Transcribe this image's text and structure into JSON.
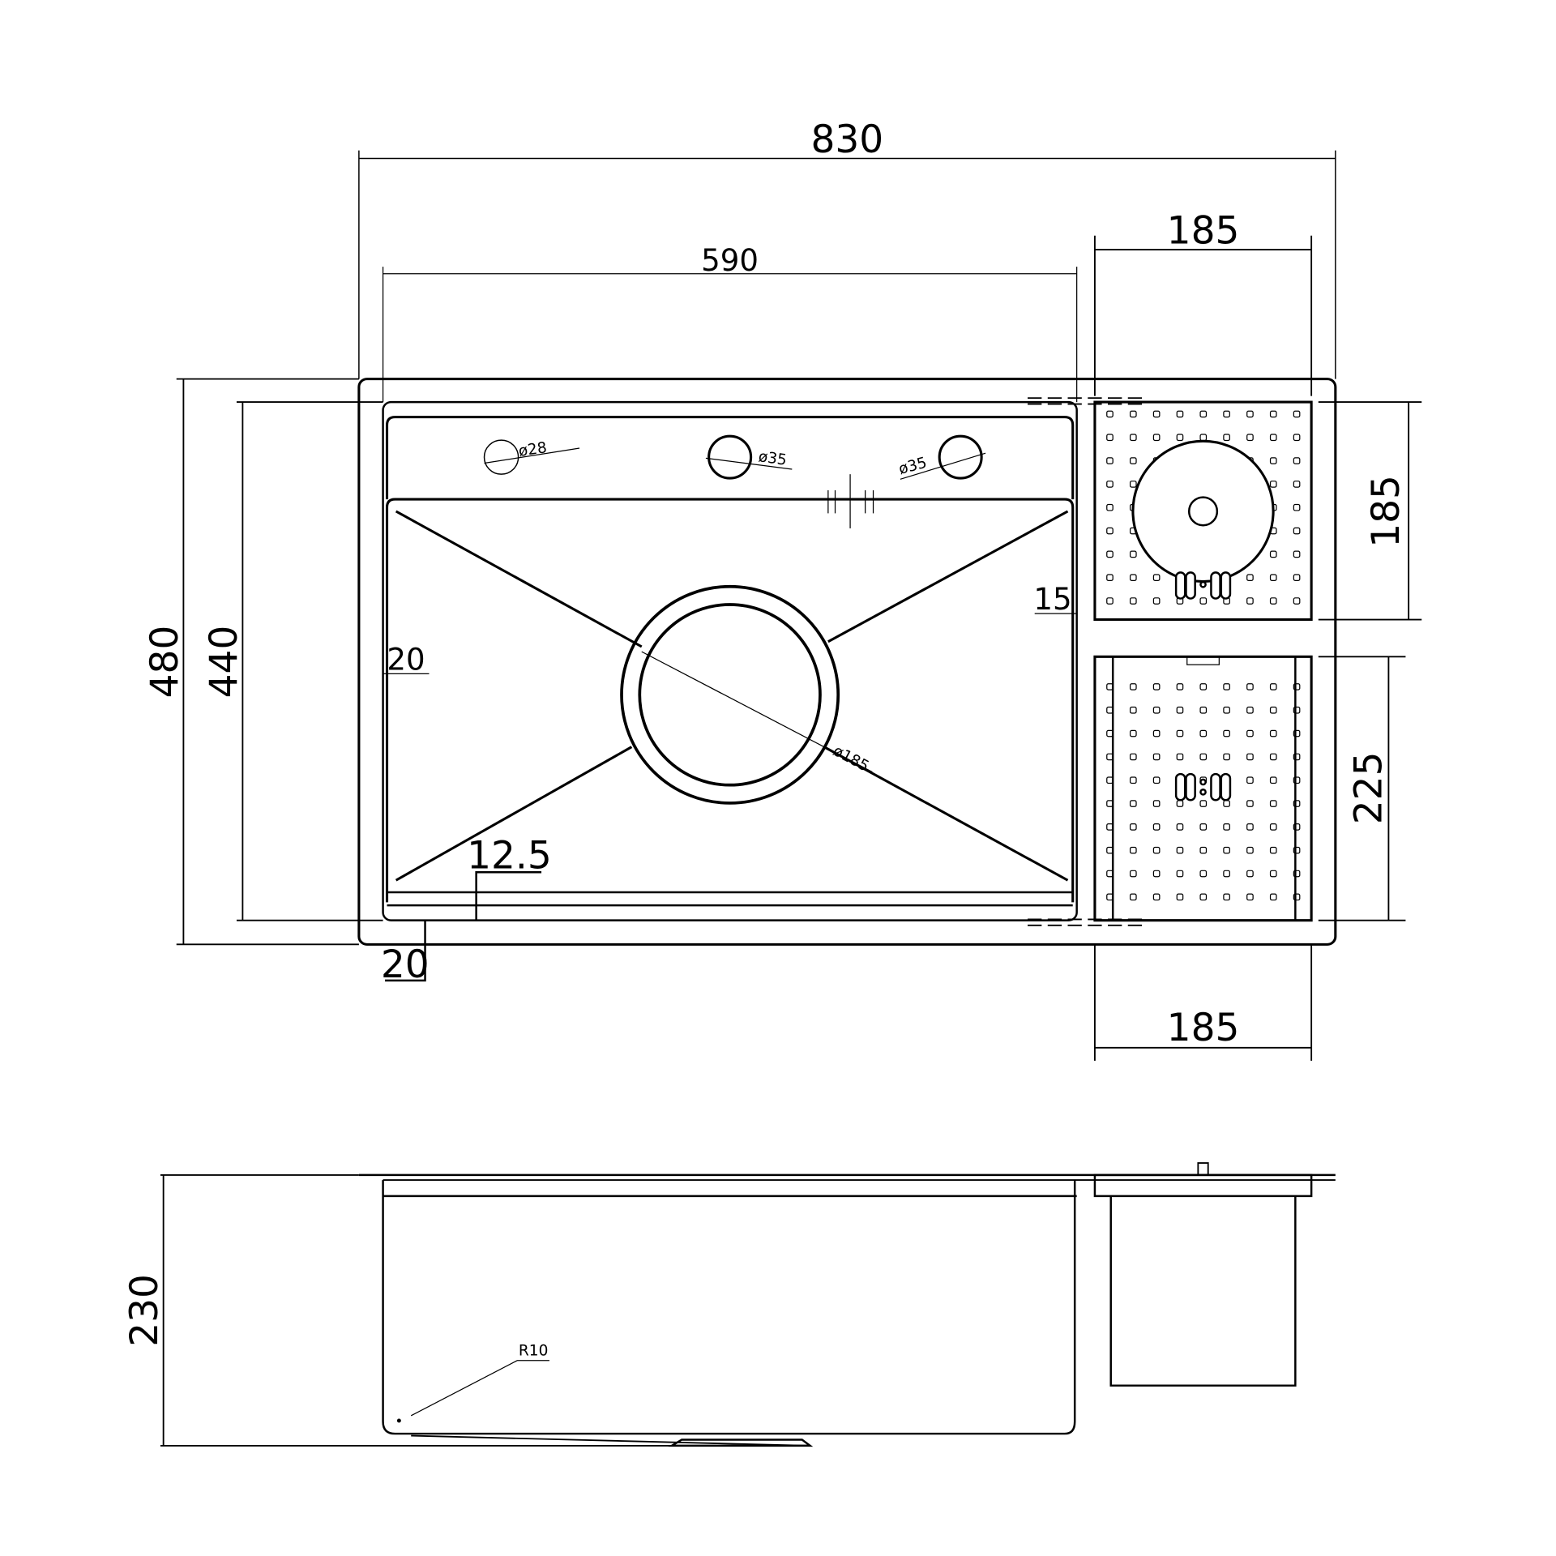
{
  "title": "Sink dimension drawing",
  "colors": {
    "line": "#000000",
    "background": "#ffffff"
  },
  "top_view": {
    "overall_width": "830",
    "bowl_width": "590",
    "board_width_top": "185",
    "board_width_bottom": "185",
    "overall_depth": "480",
    "bowl_depth": "440",
    "board_depth": "185",
    "basket_depth": "225",
    "left_margin": "20",
    "divider_gap": "15",
    "front_ledge": "12.5",
    "front_margin": "20",
    "hole_1": "ø28",
    "hole_2": "ø35",
    "hole_3": "ø35",
    "drain": "ø185"
  },
  "side_view": {
    "height": "230",
    "radius": "R10"
  }
}
